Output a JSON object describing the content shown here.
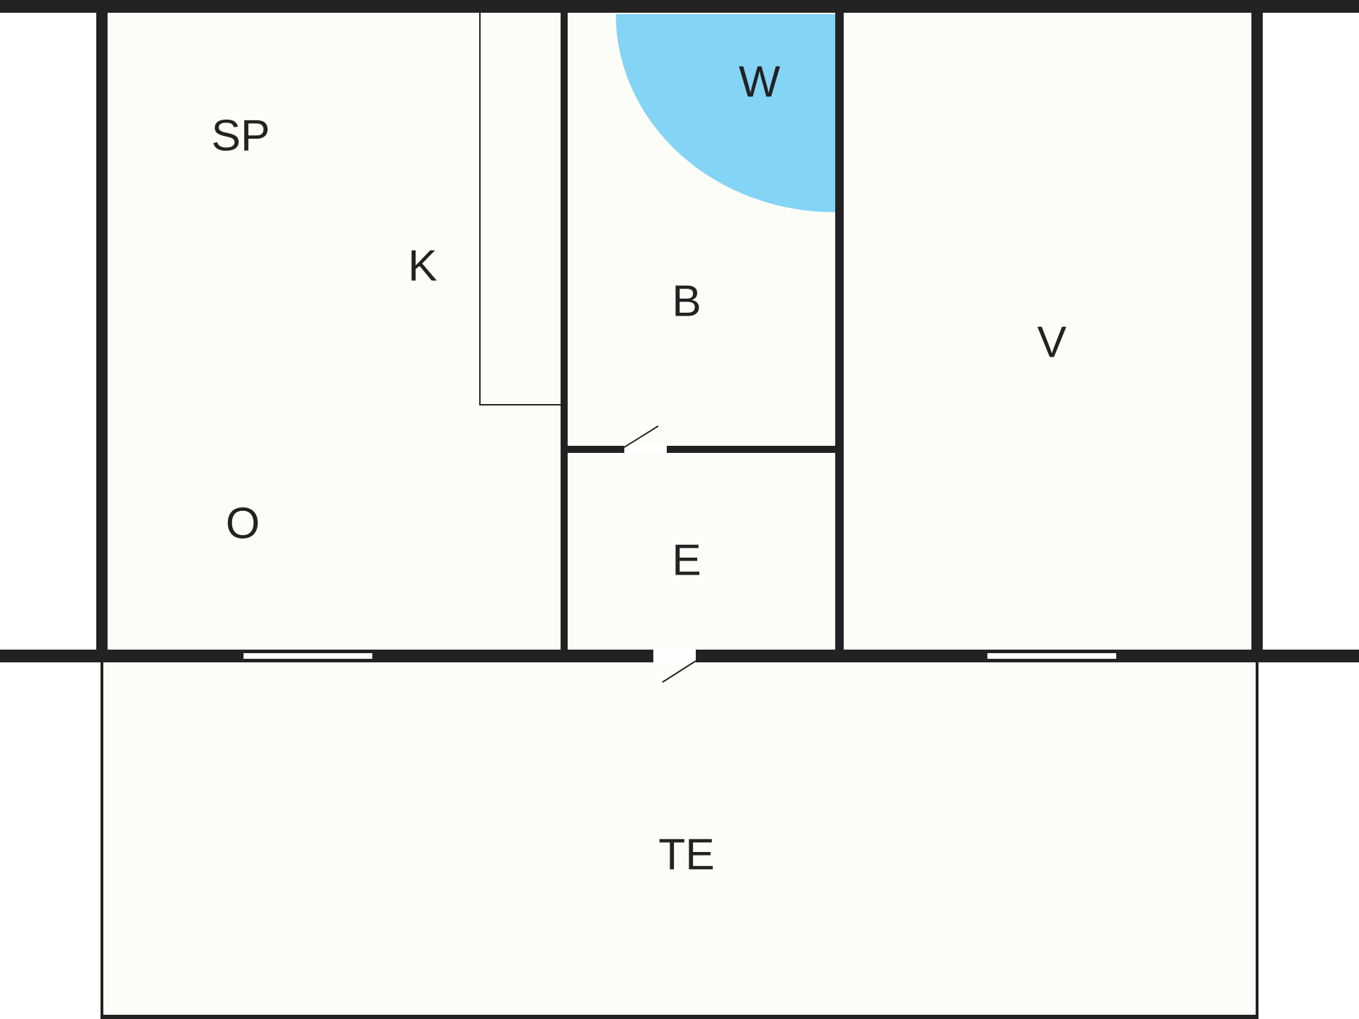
{
  "floorplan": {
    "colors": {
      "background": "#ffffff",
      "floor": "#fdfdf8",
      "wall": "#222222",
      "shower": "#84d4f6",
      "label": "#222222",
      "window": "#ffffff"
    },
    "rooms": [
      {
        "id": "sp",
        "label": "SP"
      },
      {
        "id": "k",
        "label": "K"
      },
      {
        "id": "o",
        "label": "O"
      },
      {
        "id": "w",
        "label": "W"
      },
      {
        "id": "b",
        "label": "B"
      },
      {
        "id": "e",
        "label": "E"
      },
      {
        "id": "v",
        "label": "V"
      },
      {
        "id": "te",
        "label": "TE"
      }
    ]
  }
}
